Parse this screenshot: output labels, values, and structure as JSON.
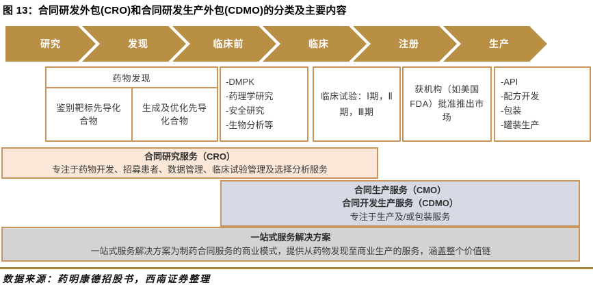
{
  "title": "图 13：合同研发外包(CRO)和合同研发生产外包(CDMO)的分类及主要内容",
  "pipeline": {
    "stages": [
      "研究",
      "发现",
      "临床前",
      "临床",
      "注册",
      "生产"
    ]
  },
  "boxes": {
    "drug_discovery": {
      "header": "药物发现",
      "cells": [
        "鉴别靶标先导化合物",
        "生成及优化先导化合物"
      ]
    },
    "preclinical": {
      "items": [
        "-DMPK",
        "-药理学研究",
        "-安全研究",
        "-生物分析等"
      ]
    },
    "clinical": {
      "text": "临床试验：Ⅰ期，Ⅱ期，Ⅲ期"
    },
    "registration": {
      "text": "获机构（如美国FDA）批准推出市场"
    },
    "production": {
      "items": [
        "-API",
        "-配方开发",
        "-包装",
        "-罐装生产"
      ]
    }
  },
  "bands": {
    "cro": {
      "title": "合同研究服务（CRO）",
      "desc": "专注于药物开发、招募患者、数据管理、临床试验管理及选择分析服务"
    },
    "cmo": {
      "title1": "合同生产服务（CMO）",
      "title2": "合同开发生产服务（CDMO）",
      "desc": "专注于生产及/或包装服务"
    },
    "onestop": {
      "title": "一站式服务解决方案",
      "desc": "一站式服务解决方案为制药合同服务的商业模式，提供从药物发现至商业生产的服务，涵盖整个价值链"
    }
  },
  "source": "数据来源：药明康德招股书，西南证券整理",
  "colors": {
    "arrow": "#B98E45",
    "border": "#C9955C",
    "cro_fill": "#FAE7D7",
    "cmo_fill": "#D5DAE4",
    "onestop_fill": "#D4D4D4",
    "divider": "#A8873C"
  }
}
